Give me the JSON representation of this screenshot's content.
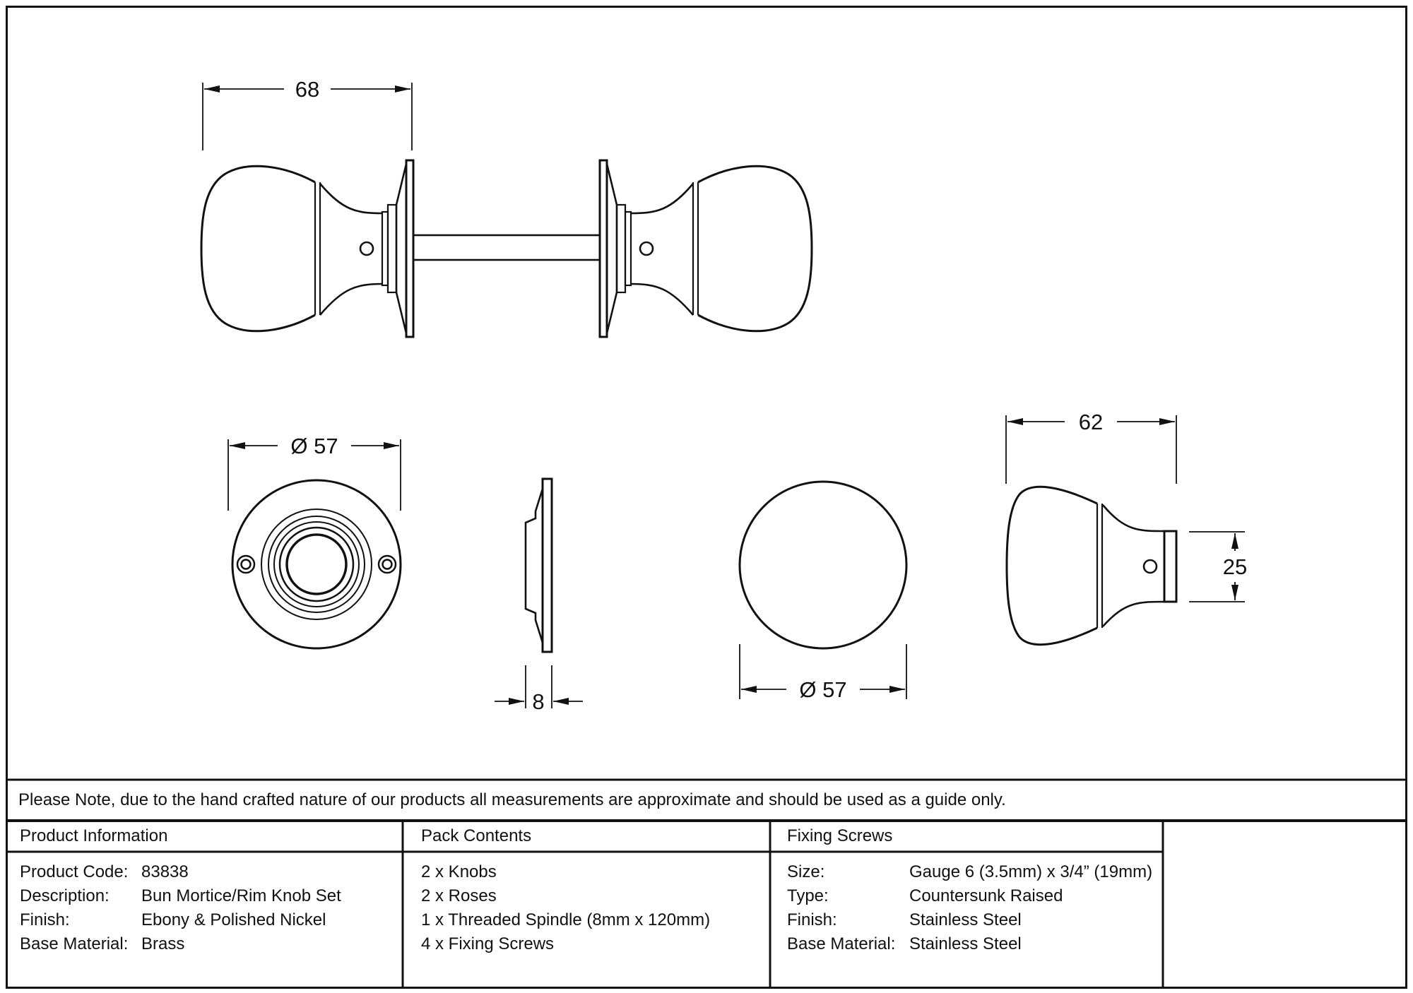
{
  "dimensions": {
    "assembly_length": "68",
    "rose_diameter": "Ø 57",
    "rose_depth": "8",
    "knob_face_diameter": "Ø 57",
    "knob_projection": "62",
    "knob_collar_height": "25"
  },
  "note": "Please Note, due to the hand crafted nature of our products all measurements are approximate and should be used as a guide only.",
  "table": {
    "product_information": {
      "header": "Product Information",
      "rows": [
        {
          "label": "Product Code:",
          "value": "83838"
        },
        {
          "label": "Description:",
          "value": "Bun Mortice/Rim Knob Set"
        },
        {
          "label": "Finish:",
          "value": "Ebony & Polished Nickel"
        },
        {
          "label": "Base Material:",
          "value": "Brass"
        }
      ]
    },
    "pack_contents": {
      "header": "Pack Contents",
      "items": [
        "2 x Knobs",
        "2 x Roses",
        "1 x Threaded Spindle (8mm x 120mm)",
        "4 x Fixing Screws"
      ]
    },
    "fixing_screws": {
      "header": "Fixing Screws",
      "rows": [
        {
          "label": "Size:",
          "value": "Gauge 6 (3.5mm) x 3/4” (19mm)"
        },
        {
          "label": "Type:",
          "value": "Countersunk Raised"
        },
        {
          "label": "Finish:",
          "value": "Stainless Steel"
        },
        {
          "label": "Base Material:",
          "value": "Stainless Steel"
        }
      ]
    }
  },
  "colors": {
    "ink": "#111111",
    "paper": "#ffffff"
  }
}
